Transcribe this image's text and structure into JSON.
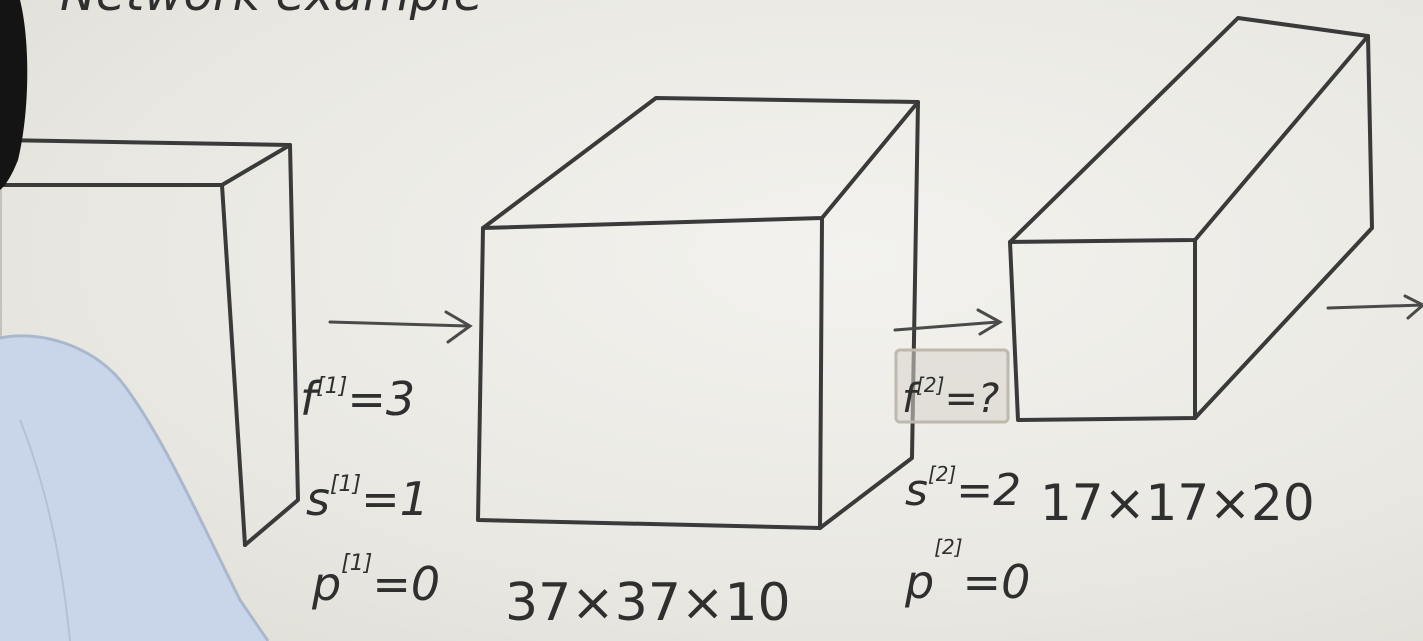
{
  "header": {
    "title_fragment": "Network example"
  },
  "layer1": {
    "filter": "f",
    "filter_sup": "[1]",
    "filter_val": "=3",
    "stride": "s",
    "stride_sup": "[1]",
    "stride_val": "=1",
    "pad": "p",
    "pad_sup": "[1]",
    "pad_val": "=0"
  },
  "volume1": {
    "dims": "37×37×10"
  },
  "layer2": {
    "filter": "f",
    "filter_sup": "[2]",
    "filter_val": "=?",
    "stride": "s",
    "stride_sup": "[2]",
    "stride_val": "=2",
    "pad": "p",
    "pad_sup": "[2]",
    "pad_val": "=0"
  },
  "volume2": {
    "dims": "17×17×20"
  },
  "colors": {
    "marker": "#2f2f2f",
    "board": "#ecebe6",
    "shirt": "#c9d6ea",
    "hair": "#141414"
  }
}
